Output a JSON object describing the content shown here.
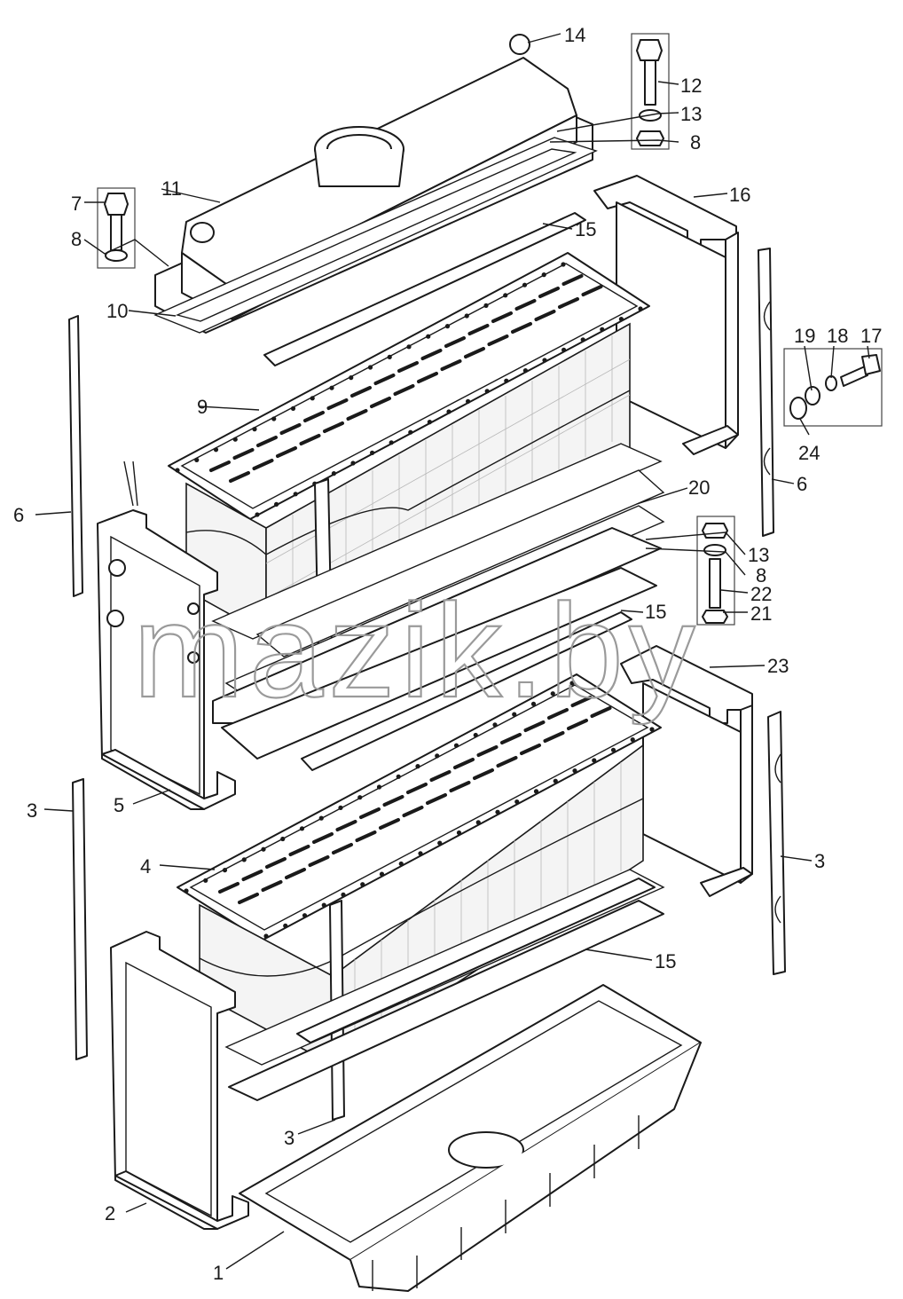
{
  "watermark": "mazik.by",
  "corner_mark": "",
  "callouts": [
    {
      "id": "c14",
      "text": "14"
    },
    {
      "id": "c12",
      "text": "12"
    },
    {
      "id": "c13a",
      "text": "13"
    },
    {
      "id": "c8a",
      "text": "8"
    },
    {
      "id": "c11",
      "text": "11"
    },
    {
      "id": "c7",
      "text": "7"
    },
    {
      "id": "c8b",
      "text": "8"
    },
    {
      "id": "c16",
      "text": "16"
    },
    {
      "id": "c15a",
      "text": "15"
    },
    {
      "id": "c10",
      "text": "10"
    },
    {
      "id": "c19",
      "text": "19"
    },
    {
      "id": "c18",
      "text": "18"
    },
    {
      "id": "c17",
      "text": "17"
    },
    {
      "id": "c9",
      "text": "9"
    },
    {
      "id": "c24",
      "text": "24"
    },
    {
      "id": "c6a",
      "text": "6"
    },
    {
      "id": "c6b",
      "text": "6"
    },
    {
      "id": "c20",
      "text": "20"
    },
    {
      "id": "c13b",
      "text": "13"
    },
    {
      "id": "c8c",
      "text": "8"
    },
    {
      "id": "c22",
      "text": "22"
    },
    {
      "id": "c21",
      "text": "21"
    },
    {
      "id": "c15b",
      "text": "15"
    },
    {
      "id": "c23",
      "text": "23"
    },
    {
      "id": "c3a",
      "text": "3"
    },
    {
      "id": "c5",
      "text": "5"
    },
    {
      "id": "c3b",
      "text": "3"
    },
    {
      "id": "c4",
      "text": "4"
    },
    {
      "id": "c15c",
      "text": "15"
    },
    {
      "id": "c3c",
      "text": "3"
    },
    {
      "id": "c2",
      "text": "2"
    },
    {
      "id": "c1",
      "text": "1"
    }
  ]
}
